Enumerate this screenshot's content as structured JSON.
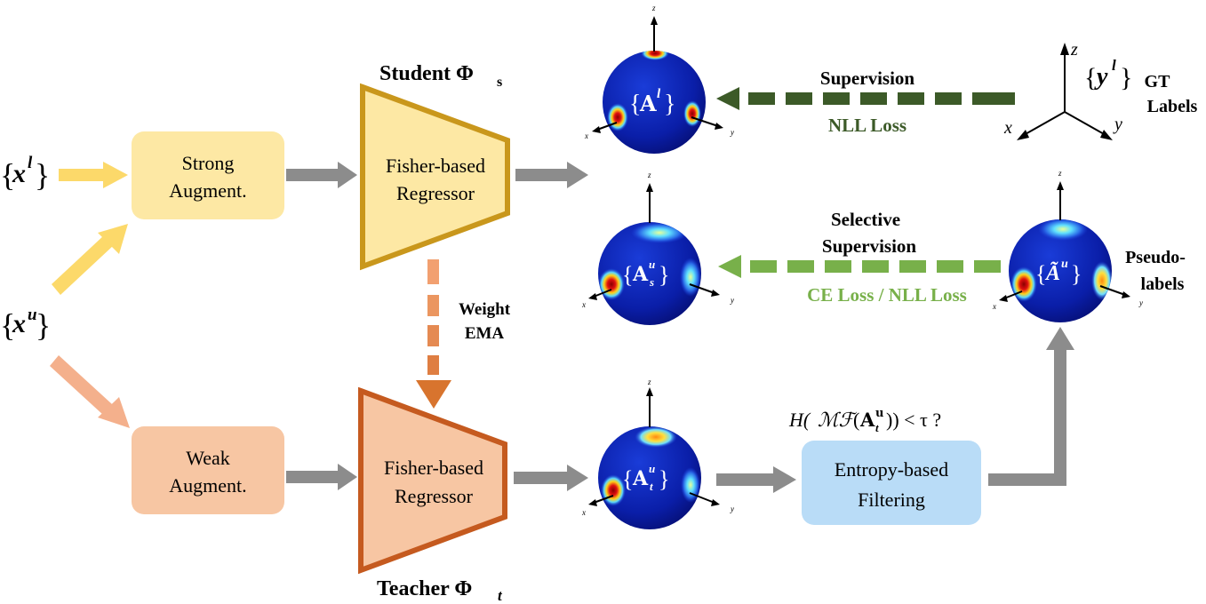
{
  "inputs": {
    "labeled": {
      "open": "{",
      "var": "x",
      "sup": "l",
      "close": "}"
    },
    "unlabeled": {
      "open": "{",
      "var": "x",
      "sup": "u",
      "close": "}"
    }
  },
  "boxes": {
    "strong_augment": {
      "line1": "Strong",
      "line2": "Augment."
    },
    "weak_augment": {
      "line1": "Weak",
      "line2": "Augment."
    },
    "entropy_filter": {
      "line1": "Entropy-based",
      "line2": "Filtering"
    }
  },
  "student": {
    "title": "Student Φ",
    "title_sub": "s",
    "line1": "Fisher-based",
    "line2": "Regressor"
  },
  "teacher": {
    "title": "Teacher Φ",
    "title_sub": "t",
    "line1": "Fisher-based",
    "line2": "Regressor"
  },
  "ema": {
    "line1": "Weight",
    "line2": "EMA"
  },
  "spheres": {
    "al": {
      "label": "A",
      "sup": "l",
      "ax_x": "x",
      "ax_y": "y",
      "ax_z": "z"
    },
    "asu": {
      "label": "A",
      "sup": "u",
      "sub": "s",
      "ax_x": "x",
      "ax_y": "y",
      "ax_z": "z"
    },
    "atu": {
      "label": "A",
      "sup": "u",
      "sub": "t",
      "ax_x": "x",
      "ax_y": "y",
      "ax_z": "z"
    },
    "pseudo": {
      "label": "Ã",
      "sup": "u",
      "ax_x": "x",
      "ax_y": "y",
      "ax_z": "z"
    }
  },
  "supervision": {
    "title": "Supervision",
    "loss": "NLL Loss"
  },
  "selective": {
    "line1": "Selective",
    "line2": "Supervision",
    "loss": "CE Loss / NLL Loss"
  },
  "gt": {
    "set_var": "y",
    "set_sup": "l",
    "line1": "GT",
    "line2": "Labels",
    "ax_x": "x",
    "ax_y": "y",
    "ax_z": "z"
  },
  "pseudo_label": {
    "line1": "Pseudo-",
    "line2": "labels"
  },
  "condition": {
    "text1": "H(",
    "mf": "ℳℱ",
    "text2": "(",
    "a": "A",
    "a_sup": "u",
    "a_sub": "t",
    "text3": "))  <  τ ?"
  },
  "colors": {
    "strong_box": "#fde8a4",
    "weak_box": "#f7c6a3",
    "filter_box": "#b9dcf7",
    "student_fill": "#fde8a4",
    "student_border": "#c9971c",
    "teacher_fill": "#f7c6a3",
    "teacher_border": "#c55a1f",
    "gray_arrow": "#8c8c8c",
    "dark_green": "#3c5a28",
    "light_green": "#78b04a",
    "yellow_arrow": "#fcd96a",
    "peach_arrow": "#f4b08c",
    "ema_dash": "#f2a070",
    "ema_dash_dark": "#d8742e",
    "sphere_blue": "#0a1ea8"
  }
}
